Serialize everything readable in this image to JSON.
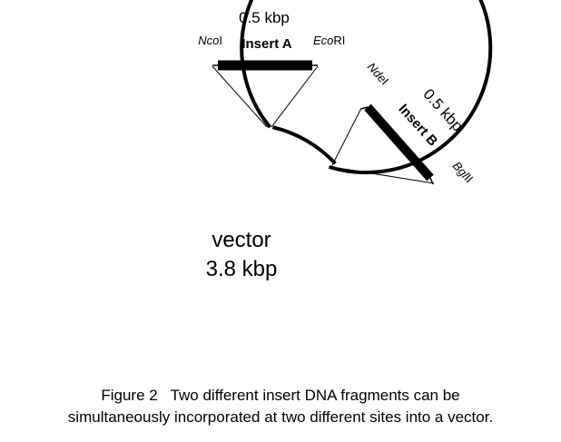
{
  "vector": {
    "name": "vector",
    "size": "3.8 kbp"
  },
  "insert_a": {
    "label": "Insert A",
    "size": "0.5 kbp",
    "site_left": {
      "italic": "Nco",
      "plain": "I"
    },
    "site_right": {
      "italic": "Eco",
      "plain": "RI"
    }
  },
  "insert_b": {
    "label": "Insert B",
    "size": "0.5 kbp",
    "site_top": {
      "italic": "Nde",
      "plain": "I"
    },
    "site_bottom": {
      "italic": "Bgl",
      "plain": "II"
    }
  },
  "caption": {
    "line1": "Figure 2   Two different insert DNA fragments can be",
    "line2": "simultaneously incorporated at two different sites into a vector."
  }
}
